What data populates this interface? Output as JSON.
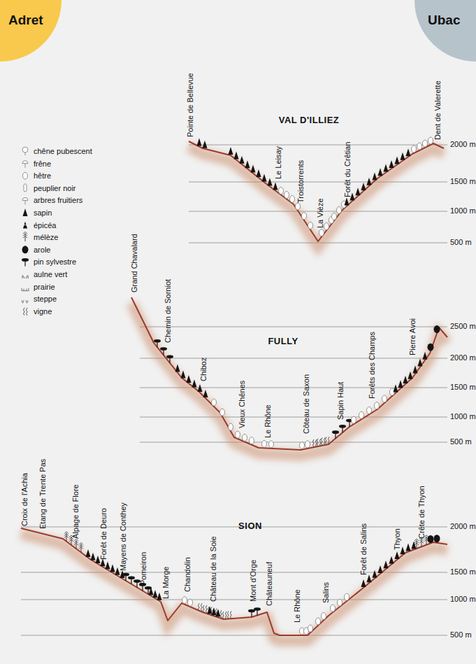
{
  "diagram": {
    "labels": [
      "Adret",
      "Ubac",
      "VAL D'ILLIEZ",
      "Pointe de Bellevue",
      "Le Leisay",
      "Troistorrents",
      "La Vièze",
      "Forêt du Crêtian",
      "Dent de Valerette",
      "2000 m",
      "1500 m",
      "1000 m",
      "500 m",
      "Grand Chavalard",
      "Chemin de Sorniot",
      "Chiboz",
      "Vieux Chênes",
      "Le Rhône",
      "Côteau de Saxon",
      "Sapin Haut",
      "Forêts des Champs",
      "Pierre Avoi",
      "FULLY",
      "2500 m",
      "2000 m",
      "1500 m",
      "1000 m",
      "500 m",
      "Croix de l'Achia",
      "Etang de Trente Pas",
      "Alpage de Flore",
      "Forêt de Deuro",
      "Mayens de Conthey",
      "Pomeiron",
      "La Morge",
      "Chandolin",
      "Château de la Soie",
      "Mont d'Orge",
      "Châteauneuf",
      "Le Rhône",
      "Salins",
      "Forêt de Salins",
      "Thyon",
      "Crête de Thyon",
      "SION",
      "2000 m",
      "1500 m",
      "1000 m",
      "500 m"
    ],
    "legend": [
      {
        "text": "chêne pubescent"
      },
      {
        "text": "frêne"
      },
      {
        "text": "hêtre"
      },
      {
        "text": "peuplier noir"
      },
      {
        "text": "arbres fruitiers"
      },
      {
        "text": "sapin"
      },
      {
        "text": "épicéa"
      },
      {
        "text": "mélèze"
      },
      {
        "text": "arole"
      },
      {
        "text": "pin sylvestre"
      },
      {
        "text": "aulne vert"
      },
      {
        "text": "prairie"
      },
      {
        "text": "steppe"
      },
      {
        "text": "vigne"
      }
    ]
  }
}
